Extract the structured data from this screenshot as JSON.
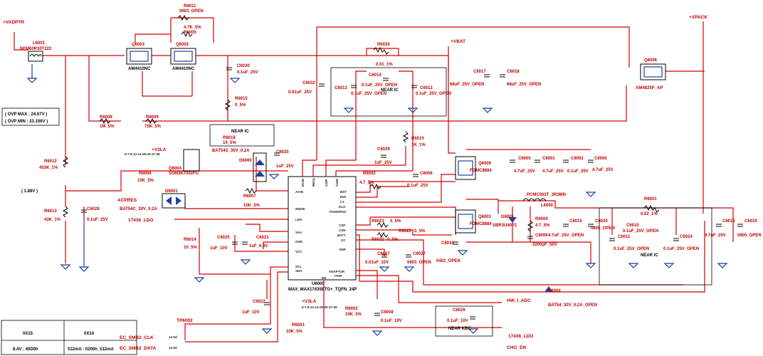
{
  "nets": {
    "vadptr": "+VADPTR",
    "vbat": "+VBAT",
    "vpack": "+VPACK",
    "v3la_1": "+V3LA",
    "v3la_1_pins": "6-7-8-13-14-28-30-37-39",
    "v3la_2": "+V3LA",
    "v3la_2_pins": "6-7-8-13-14-26-30-37-39",
    "acpres": "ACPRES",
    "ldo_left": "17436_LDO",
    "ldo_right": "17436_LDO",
    "hw_i_adc": "HW_I_ADC",
    "chg_en": "CHG_EN",
    "smb2_clk": "EC_SMB2_CLK",
    "smb2_data": "EC_SMB2_DATA",
    "smb_port": "14-5d",
    "tp": "TP6002",
    "v188": "( 1.88V )"
  },
  "ovp": {
    "max": "( OVP MAX : 24.67V )",
    "min": "( OVP MIN : 23.106V )"
  },
  "addr_table": {
    "h1": "0X15",
    "h2": "0X14",
    "v1": "8.4V : 40D0h",
    "v2": "512mA : 0200h_512mA"
  },
  "near_ic": {
    "a": "NEAR IC",
    "b": "NEAR IC",
    "c": "NEAR IC",
    "kbc": "NEAR KBC"
  },
  "parts": {
    "l6001": "L6001",
    "l6001_v": "NFM60R30T222",
    "q6003": "Q6003",
    "q6003_v": "AM4410NC",
    "q6002": "Q6002",
    "q6002_v": "AM4410NC",
    "r6011": "R6011",
    "r6011_v": "0603_OPEN",
    "r6011_v2": "4.7K_5%",
    "r6005": "R6005",
    "c6030": "C6030",
    "c6030_v": "0.1uF_25V",
    "r6015": "R6015",
    "r6015_v": "0_5%",
    "r6008": "R6008",
    "r6008_v": "1M_5%",
    "r6009": "R6009",
    "r6009_v": "75K_5%",
    "r6020": "R6020",
    "r6020_v": "0.01_1%",
    "c6032": "C6032",
    "c6032_v": "0.01uF_25V",
    "c6013": "C6013",
    "c6014": "C6014",
    "c6014_v": "0.1uF_25V_OPEN",
    "c6012": "C6012",
    "c6012_v": "0.1uF_25V_OPEN",
    "c6013_v": "0.1uF_25V_OPEN",
    "c6017": "C6017",
    "c6017_v": "68uF_25V_OPEN",
    "c6018": "C6018",
    "c6018_v": "68uF_25V_OPEN",
    "q6006": "Q6006",
    "q6006_v": "AM4825P_AP",
    "r6018": "R6018",
    "r6018_v": "10_5%",
    "d6001a": "BAT54S_30V_0.2A",
    "c6025a": "C6025",
    "c6025a_v": "1uF_25V",
    "d6000": "D6000",
    "r6010": "R6010",
    "r6010_v": "1K_1%",
    "c6029": "C6029",
    "c6029_v": "1uF_25V",
    "r6012": "R6012",
    "r6012_v": "453K_1%",
    "r6006": "R6006",
    "r6006_v": "10K_5%",
    "q6004": "Q6004",
    "q6004_v": "SSM3K7002FU",
    "d6001": "D6001",
    "d6001_v": "BAT54C_30V_0.2A",
    "r6007": "R6007",
    "r6007_v": "10K_5%",
    "r6013": "R6013",
    "r6013_v": "43K_1%",
    "c6028": "C6028",
    "c6028_v": "0.1uF_25V",
    "r6014": "R6014",
    "r6014_v": "10_5%",
    "c6025": "C6025",
    "c6025_v": "1uF_10V",
    "c6021": "C6021",
    "c6021_v": "1uF_6.3V",
    "c6022": "C6022",
    "c6022_v": "1uF_10V",
    "u6000": "U6000",
    "u6000_v": "MAX_MAX17435ETG+_TQFN_24P",
    "r6002": "R6002",
    "r6002_v": "4.7_5%",
    "c6006": "C6006",
    "c6006_v": "0.1uF_25V",
    "r6023": "R6023",
    "r6023_v": "0_5%",
    "r6021": "R6021",
    "r6021_v": "0_5%",
    "r6022": "R6022",
    "r6022_v": "0_5%",
    "c6007": "C6007",
    "c6007_v": "0.01uF_10V",
    "c6027": "C6027",
    "c6027_v": "0603_OPEN",
    "c6034": "C6034",
    "c6034_v": "0402_OPEN",
    "q6000": "Q6000",
    "q6000_v": "FDMC8884",
    "q6001": "Q6001",
    "q6001_v": "FDMC8884",
    "c6005": "C6005",
    "c6005_v": "4.7uF_25V",
    "c6001": "C6001",
    "c6001_v": "4.7uF_25V",
    "c6002": "C6002",
    "c6002_v": "0.1uF_25V",
    "c6000": "C6000",
    "c6000_v": "4.7uF_25V",
    "l6000": "L6000",
    "l6000_v": "PCMC063T_3R3MN",
    "d6005": "D6005",
    "d6005_v": "SBR3U40P1",
    "r6004": "R6004",
    "r6004_v": "4.7_5%",
    "c6009": "C6009",
    "c6009_v": "2200pF_50V",
    "c6015": "C6015",
    "c6015_v": "4.7uF_25V_OPEN",
    "c6020": "C6020",
    "c6020_v": "0805_OPEN",
    "r6001": "R6001",
    "r6001_v": "0.02_1%",
    "c6010": "C6010",
    "c6010_v": "0.1uF_25V_OPEN",
    "c6011": "C6011",
    "c6011_v": "0.1uF_25V_OPEN",
    "c6024": "C6024",
    "c6024_v": "0.1uF_25V_OPEN",
    "c6016": "C6016",
    "c6016_v": "4.7uF_25V",
    "c6019": "C6019",
    "c6019_v": "0805_OPEN",
    "d6004": "D6004",
    "d6004_v": "BAT54_30V_0.2A_OPEN",
    "c6026": "C6026",
    "c6026_v": "0.1uF_10V",
    "c6008": "C6008",
    "c6008_v": "0.1uF_10V",
    "r6003": "R6003",
    "r6003_v": "10K_5%",
    "r6002b": "R6002",
    "r6002b_v": "10K_5%"
  },
  "ic_pins": {
    "dcin": "DCIN",
    "regl": "REGL",
    "csip": "CSIP",
    "csin": "CSIN",
    "acin": "ACIN",
    "bst": "BST",
    "dhi": "DHI",
    "lx": "LX",
    "dlo": "DLO",
    "pgnd": "PGND/PAD",
    "mode": "MODE",
    "ldo": "LDO",
    "csp": "CSP",
    "csn": "CSN",
    "batt": "BATT",
    "cc": "CC",
    "vaa": "VAA",
    "gnd": "GND",
    "vcc": "VCC",
    "iinp": "IINP",
    "scl": "SCL",
    "sda": "SDA",
    "adaptor": "ADAPTOR",
    "ithr": "ITHR",
    "en": "EN"
  }
}
